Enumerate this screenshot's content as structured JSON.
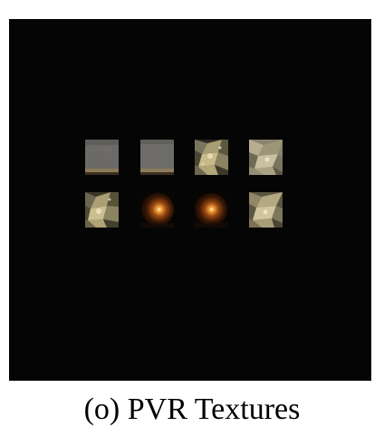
{
  "caption": {
    "label": "(o)",
    "text": "PVR Textures"
  },
  "viewport": {
    "background": "#050505"
  },
  "textures": [
    {
      "name": "gray-cube-texture",
      "style": "gray"
    },
    {
      "name": "gray-cube-texture",
      "style": "gray"
    },
    {
      "name": "crystal-texture",
      "style": "crystal"
    },
    {
      "name": "crystal-light-texture",
      "style": "crystal-light"
    },
    {
      "name": "crystal-texture",
      "style": "crystal"
    },
    {
      "name": "orange-glow-sphere-texture",
      "style": "glow"
    },
    {
      "name": "orange-glow-sphere-texture",
      "style": "glow"
    },
    {
      "name": "crystal-texture",
      "style": "crystal"
    }
  ]
}
